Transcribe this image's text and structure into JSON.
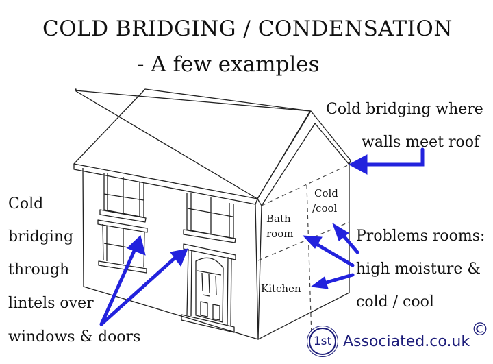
{
  "title": {
    "line1": "COLD BRIDGING / CONDENSATION",
    "line2": "- A few examples"
  },
  "annotations": {
    "roof_junction": {
      "line1": "Cold bridging where",
      "line2": "walls meet roof"
    },
    "lintels": {
      "lines": [
        "Cold",
        "bridging",
        "through",
        "lintels over",
        "windows & doors"
      ]
    },
    "problem_rooms": {
      "line1": "Problems rooms:",
      "line2": "high moisture &",
      "line3": "cold / cool"
    }
  },
  "rooms": {
    "cold_cool_line1": "Cold",
    "cold_cool_line2": "/cool",
    "bathroom_line1": "Bath",
    "bathroom_line2": "room",
    "kitchen": "Kitchen"
  },
  "logo": {
    "badge": "1st",
    "text": "Associated.co.uk",
    "copyright": "©"
  },
  "colors": {
    "arrow": "#2222dd",
    "ink": "#111111",
    "logo": "#1d1d7a"
  }
}
